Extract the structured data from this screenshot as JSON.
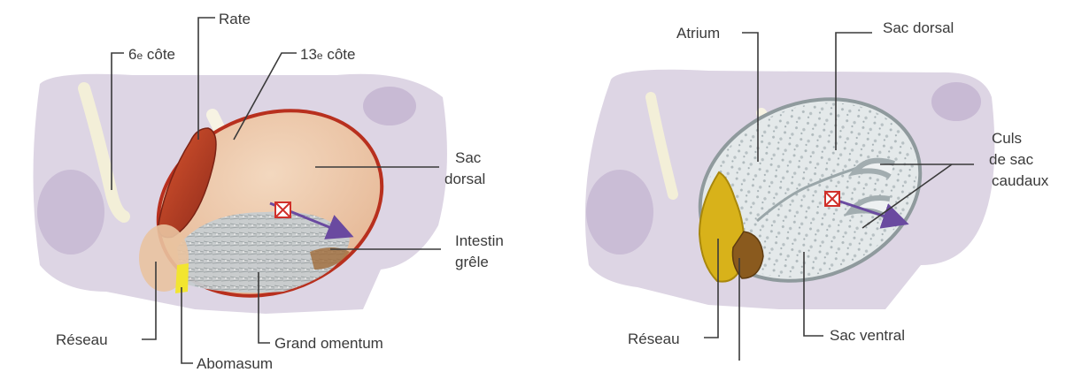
{
  "left_panel": {
    "labels": {
      "rate": "Rate",
      "sixth_rib_num": "6",
      "sixth_rib_sup": "e",
      "sixth_rib_word": " côte",
      "thirteenth_rib_num": "13",
      "thirteenth_rib_sup": "e",
      "thirteenth_rib_word": " côte",
      "sac_dorsal_1": "Sac",
      "sac_dorsal_2": "dorsal",
      "intestin_1": "Intestin",
      "intestin_2": "grêle",
      "reseau": "Réseau",
      "grand_omentum": "Grand omentum",
      "abomasum": "Abomasum"
    }
  },
  "right_panel": {
    "labels": {
      "atrium": "Atrium",
      "sac_dorsal": "Sac dorsal",
      "culs_1": "Culs",
      "culs_2": "de sac",
      "culs_3": "caudaux",
      "reseau": "Réseau",
      "sac_ventral": "Sac ventral"
    }
  },
  "colors": {
    "body_lilac": "#d8cfe0",
    "spleen_red": "#a8321f",
    "rumen_peach": "#efc8a8",
    "omentum_grey": "#c9cfd1",
    "reticulum_yellow": "#d8b21a",
    "omasum_brown": "#8a5a1e",
    "rumen_interior": "#e3e8e9",
    "arrow_purple": "#6a4aa0",
    "marker_red": "#d0302a"
  }
}
